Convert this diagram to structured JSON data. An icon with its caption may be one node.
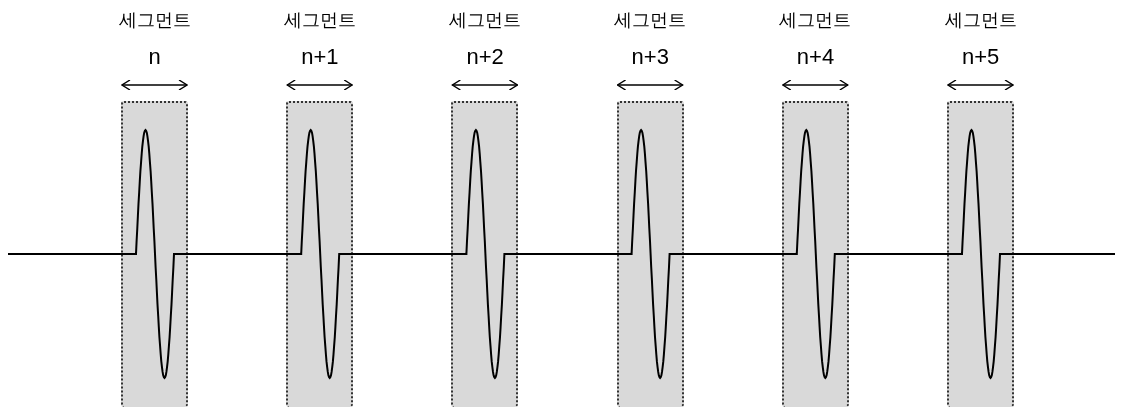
{
  "diagram": {
    "nodes": [
      {
        "text": [
          "세그먼트",
          "n"
        ]
      },
      {
        "text": [
          "세그먼트",
          "n+1"
        ]
      },
      {
        "text": [
          "세그먼트",
          "n+2"
        ]
      },
      {
        "text": [
          "세그먼트",
          "n+3"
        ]
      },
      {
        "text": [
          "세그먼트",
          "n+4"
        ]
      },
      {
        "text": [
          "세그먼트",
          "n+5"
        ]
      }
    ]
  }
}
